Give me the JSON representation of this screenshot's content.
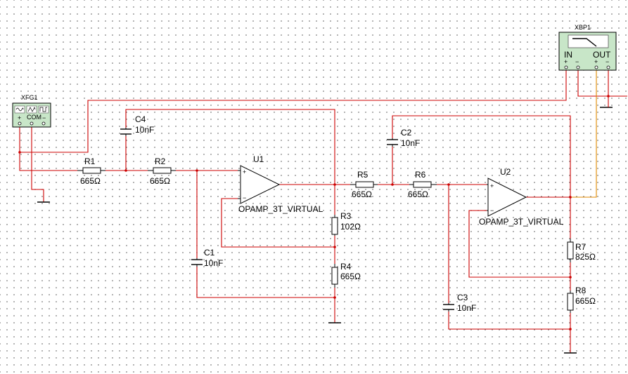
{
  "colors": {
    "wire": "#cc0000",
    "probe_wire": "#e08a00",
    "component": "#000000",
    "instrument_fill": "#c8e6c8",
    "instrument_screen": "#ffffff"
  },
  "instruments": {
    "function_generator": {
      "name": "XFG1",
      "terminals": [
        "+",
        "COM",
        "−"
      ],
      "icon": "waveform-buttons-icon"
    },
    "bode_plotter": {
      "name": "XBP1",
      "in_label": "IN",
      "out_label": "OUT",
      "terminals": [
        "+",
        "−",
        "+",
        "−"
      ],
      "icon": "bode-response-icon"
    }
  },
  "resistors": [
    {
      "id": "R1",
      "value": "665Ω"
    },
    {
      "id": "R2",
      "value": "665Ω"
    },
    {
      "id": "R3",
      "value": "102Ω"
    },
    {
      "id": "R4",
      "value": "665Ω"
    },
    {
      "id": "R5",
      "value": "665Ω"
    },
    {
      "id": "R6",
      "value": "665Ω"
    },
    {
      "id": "R7",
      "value": "825Ω"
    },
    {
      "id": "R8",
      "value": "665Ω"
    }
  ],
  "capacitors": [
    {
      "id": "C1",
      "value": "10nF"
    },
    {
      "id": "C2",
      "value": "10nF"
    },
    {
      "id": "C3",
      "value": "10nF"
    },
    {
      "id": "C4",
      "value": "10nF"
    }
  ],
  "opamps": [
    {
      "id": "U1",
      "model": "OPAMP_3T_VIRTUAL",
      "plus": "+",
      "minus": "−"
    },
    {
      "id": "U2",
      "model": "OPAMP_3T_VIRTUAL",
      "plus": "+",
      "minus": "−"
    }
  ]
}
